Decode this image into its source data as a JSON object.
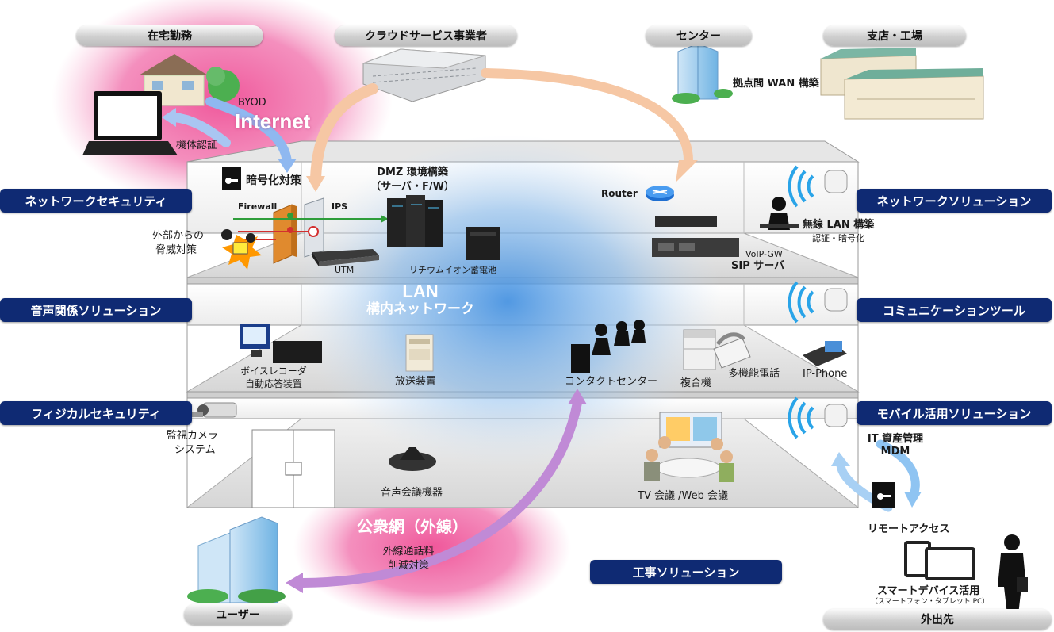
{
  "top_labels": {
    "home": "在宅勤務",
    "cloud": "クラウドサービス事業者",
    "center": "センター",
    "branch": "支店・工場"
  },
  "solutions": {
    "network_security": "ネットワークセキュリティ",
    "voice": "音声関係ソリューション",
    "physical_security": "フィジカルセキュリティ",
    "network_solution": "ネットワークソリューション",
    "communication_tool": "コミュニケーションツール",
    "mobile": "モバイル活用ソリューション",
    "construction": "工事ソリューション"
  },
  "bottom_labels": {
    "user": "ユーザー",
    "outside": "外出先"
  },
  "labels": {
    "byod": "BYOD",
    "internet": "Internet",
    "device_auth": "機体認証",
    "encryption": "暗号化対策",
    "firewall": "Firewall",
    "ips": "IPS",
    "utm": "UTM",
    "threat_line1": "外部からの",
    "threat_line2": "脅威対策",
    "dmz_line1": "DMZ 環境構築",
    "dmz_line2": "（サーバ・F/W）",
    "battery": "リチウムイオン蓄電池",
    "wan": "拠点間 WAN 構築",
    "router": "Router",
    "voip": "VoIP-GW",
    "sip": "SIP サーバ",
    "wireless_line1": "無線 LAN 構築",
    "wireless_line2": "認証・暗号化",
    "lan": "LAN",
    "lan_sub": "構内ネットワーク",
    "voice_recorder_line1": "ボイスレコーダ",
    "voice_recorder_line2": "自動応答装置",
    "broadcast": "放送装置",
    "contact_center": "コンタクトセンター",
    "mfp": "複合機",
    "multi_phone": "多機能電話",
    "ip_phone": "IP-Phone",
    "camera_line1": "監視カメラ",
    "camera_line2": "システム",
    "audio_conf": "音声会議機器",
    "tv_conf": "TV 会議 /Web 会議",
    "it_asset": "IT 資産管理",
    "mdm": "MDM",
    "remote_access": "リモートアクセス",
    "public_net": "公衆網（外線）",
    "call_cost_line1": "外線通話料",
    "call_cost_line2": "削減対策",
    "smart_device": "スマートデバイス活用",
    "smart_device_sub": "（スマートフォン・タブレット PC）"
  },
  "colors": {
    "navy": "#0f2a73",
    "pink": "#ef5fa0",
    "blue_glow": "#5aa2e6",
    "arrow_orange": "#f6c7a4",
    "arrow_blue": "#8fb8f0",
    "arrow_purple": "#c08ad6"
  }
}
